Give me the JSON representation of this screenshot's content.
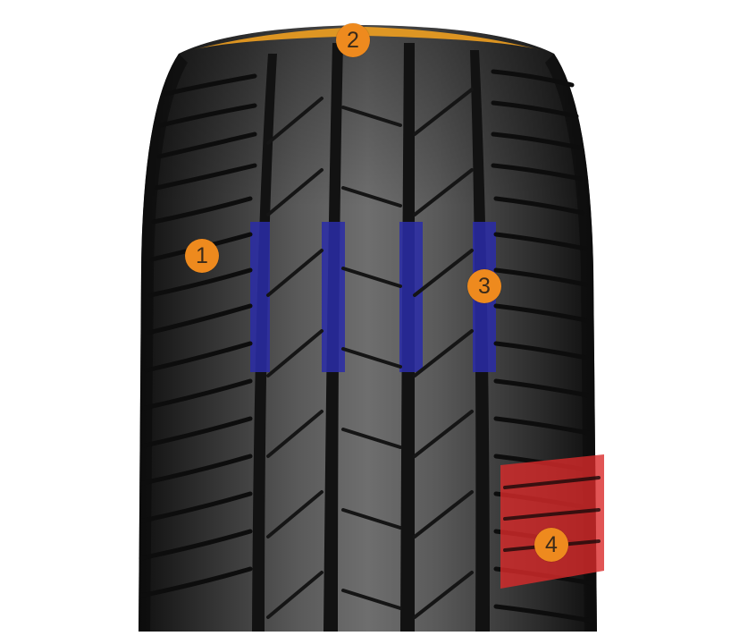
{
  "image": {
    "subject": "tire-tread-closeup",
    "colors": {
      "rubber_dark": "#171717",
      "rubber_mid": "#4a4a4a",
      "rubber_light": "#8a8a8a",
      "groove_highlight": "#2a2ca8",
      "shoulder_highlight": "#d92b2b",
      "crown_highlight": "#f0a020",
      "marker_fill": "#ee8a1e"
    }
  },
  "markers": [
    {
      "label": "1",
      "icon": "number-badge"
    },
    {
      "label": "2",
      "icon": "number-badge"
    },
    {
      "label": "3",
      "icon": "number-badge"
    },
    {
      "label": "4",
      "icon": "number-badge"
    }
  ]
}
